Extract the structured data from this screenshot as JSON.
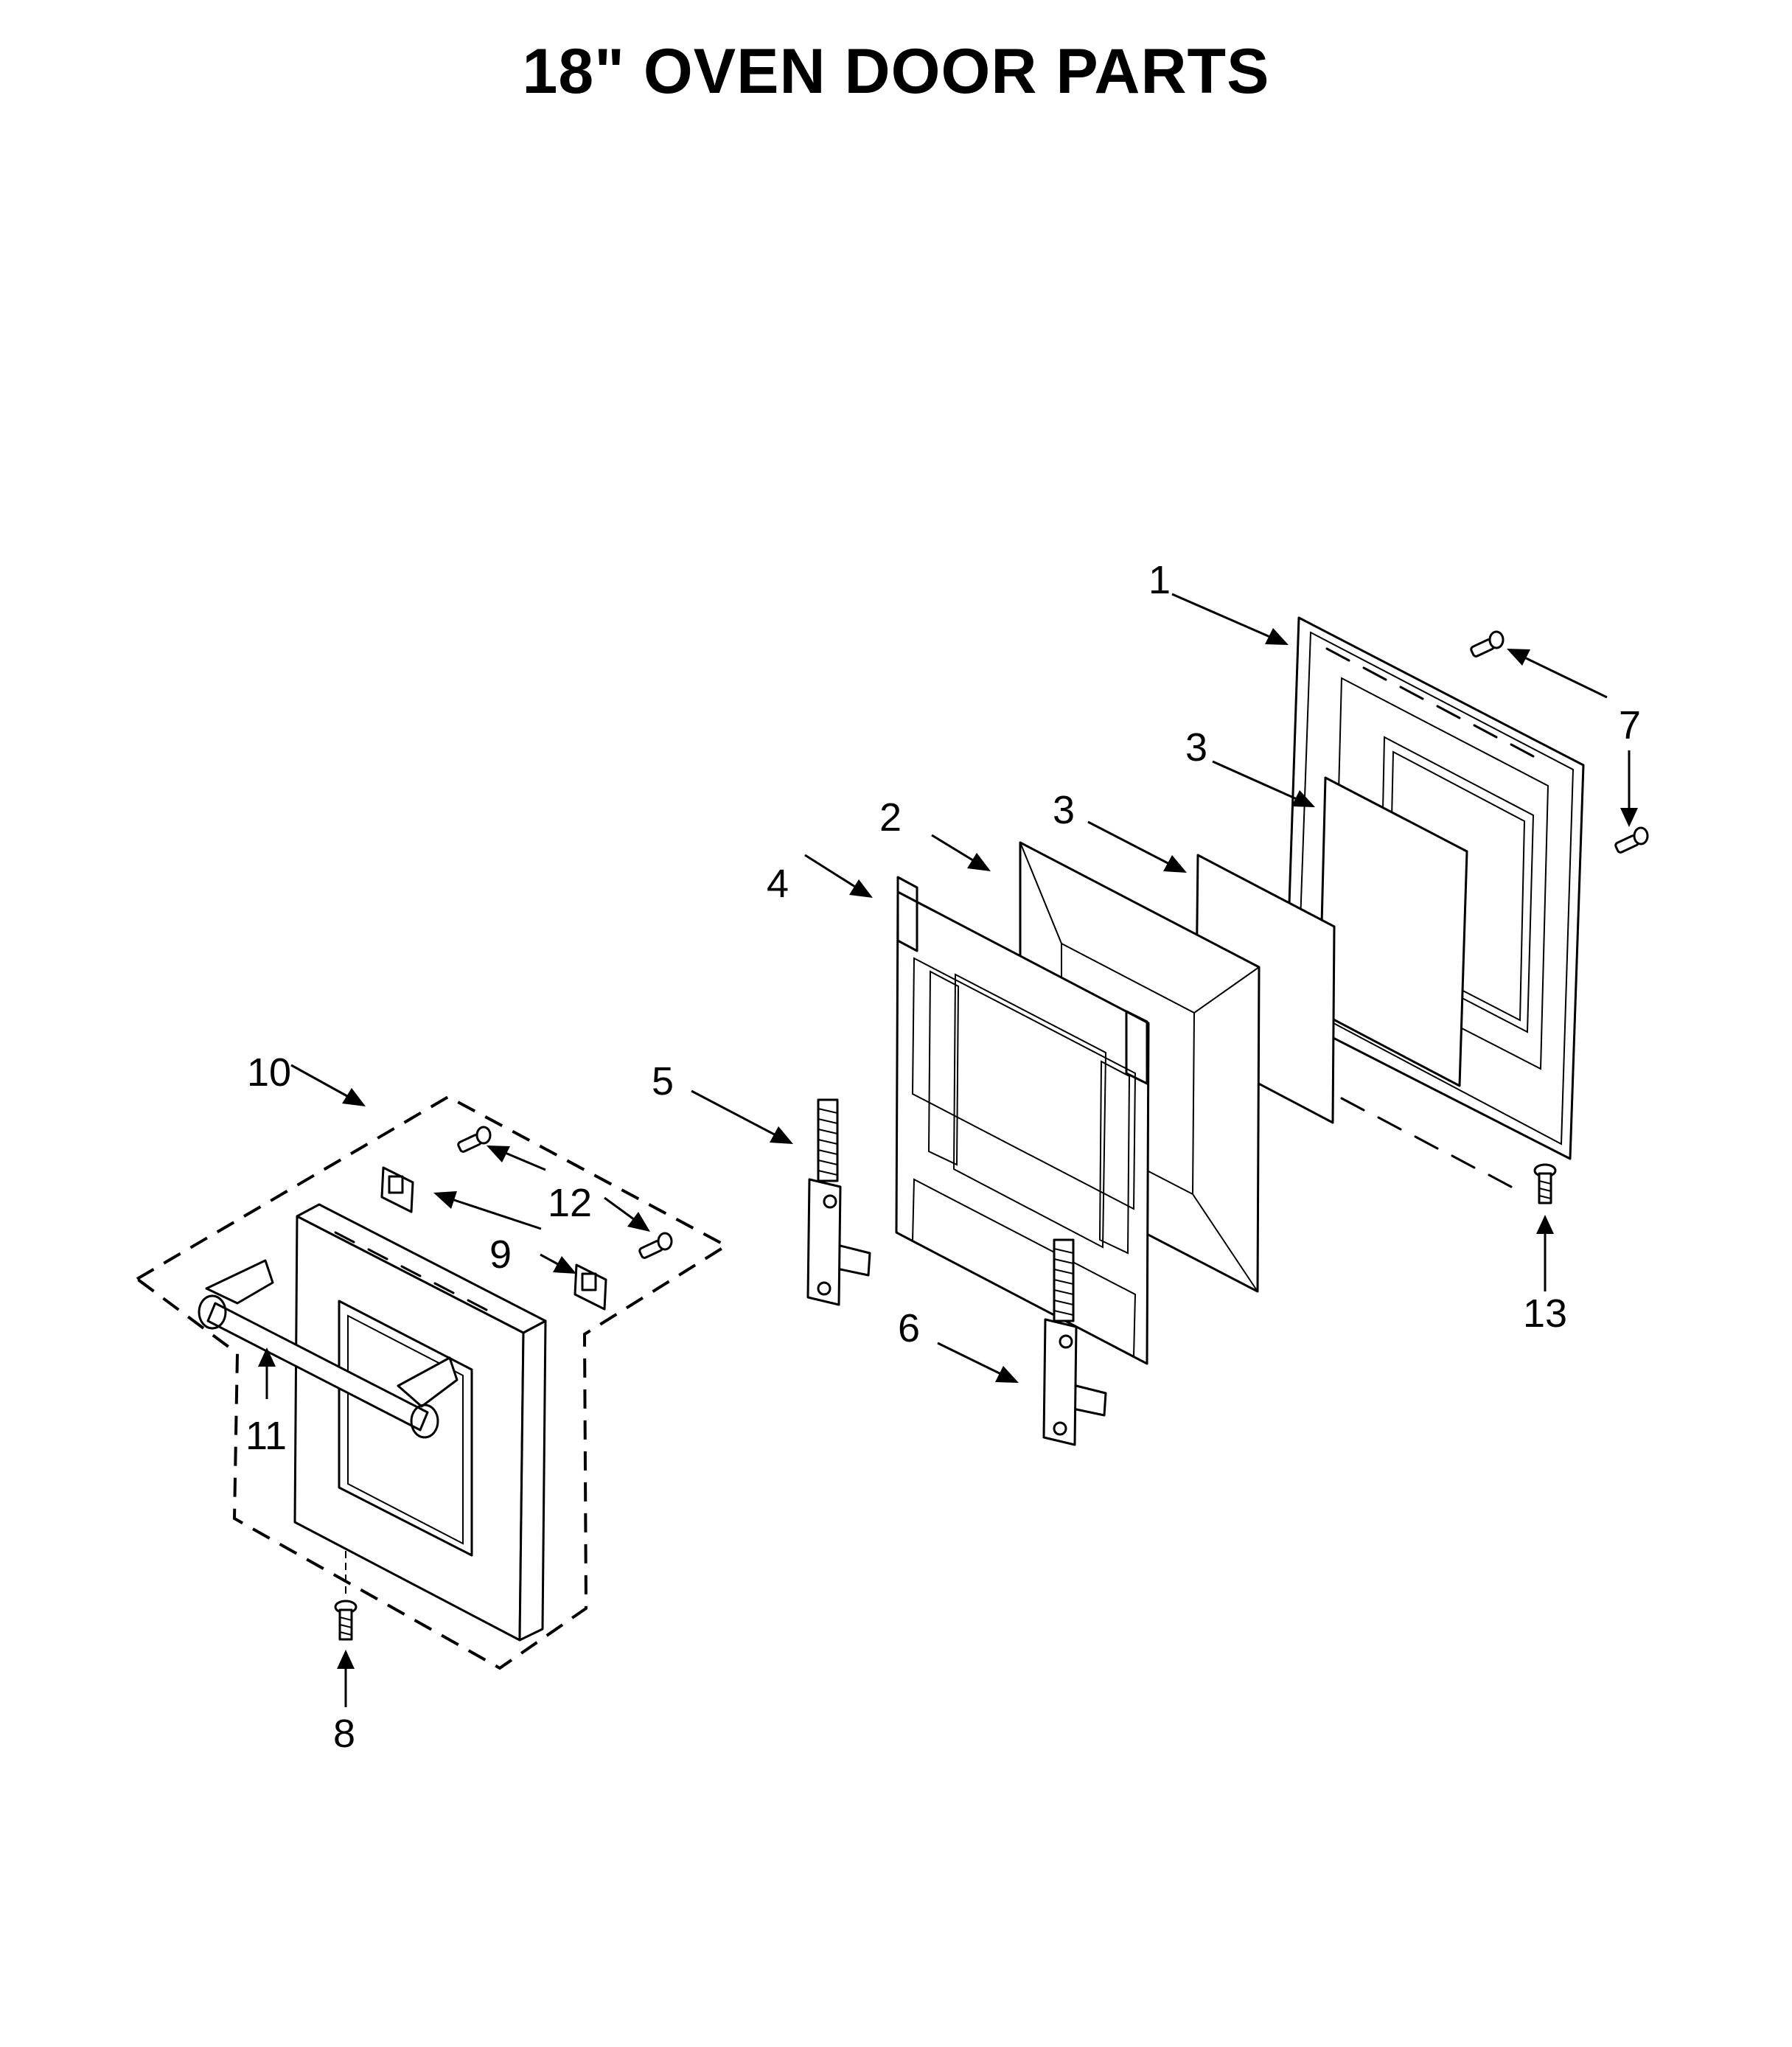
{
  "title": "18\" OVEN DOOR PARTS",
  "callouts": [
    {
      "id": "c1",
      "text": "1"
    },
    {
      "id": "c2",
      "text": "2"
    },
    {
      "id": "c3a",
      "text": "3"
    },
    {
      "id": "c3b",
      "text": "3"
    },
    {
      "id": "c4",
      "text": "4"
    },
    {
      "id": "c5",
      "text": "5"
    },
    {
      "id": "c6",
      "text": "6"
    },
    {
      "id": "c7",
      "text": "7"
    },
    {
      "id": "c8",
      "text": "8"
    },
    {
      "id": "c9",
      "text": "9"
    },
    {
      "id": "c10",
      "text": "10"
    },
    {
      "id": "c11",
      "text": "11"
    },
    {
      "id": "c12",
      "text": "12"
    },
    {
      "id": "c13",
      "text": "13"
    }
  ]
}
